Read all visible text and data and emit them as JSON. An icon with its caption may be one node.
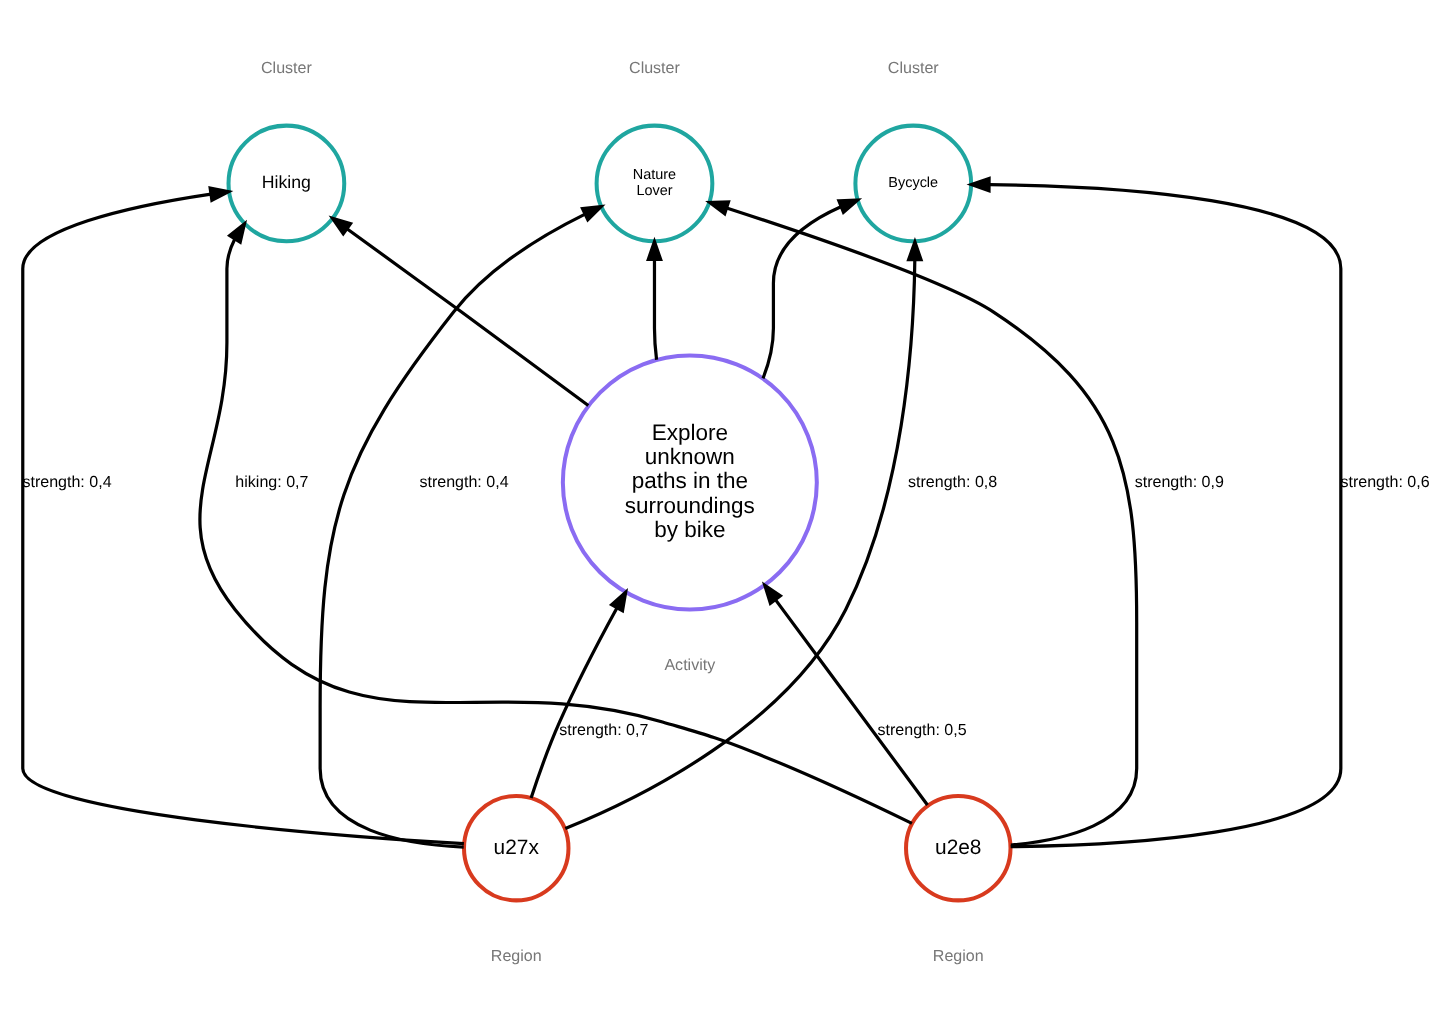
{
  "diagram": {
    "nodes": [
      {
        "text": [
          "Hiking"
        ],
        "beside": [
          "Cluster"
        ]
      },
      {
        "text": [
          "Nature Lover"
        ],
        "beside": [
          "Cluster"
        ]
      },
      {
        "text": [
          "Bycycle"
        ],
        "beside": [
          "Cluster"
        ]
      },
      {
        "text": [
          "u27x"
        ],
        "beside": [
          "Region"
        ]
      },
      {
        "text": [
          "Explore unknown paths in the surroundings by bike"
        ],
        "beside": [
          "Activity"
        ]
      },
      {
        "text": [
          "u2e8"
        ],
        "beside": [
          "Region"
        ]
      }
    ],
    "edges": [
      {
        "from": 3,
        "to": 0,
        "arrow": "to",
        "label": "strength: 0,4"
      },
      {
        "from": 3,
        "to": 1,
        "arrow": "to",
        "label": "strength: 0,4"
      },
      {
        "from": 3,
        "to": 2,
        "arrow": "to",
        "label": "strength: 0,8"
      },
      {
        "from": 3,
        "to": 4,
        "arrow": "to",
        "label": "strength: 0,7"
      },
      {
        "from": 4,
        "to": 0,
        "arrow": "to"
      },
      {
        "from": 4,
        "to": 1,
        "arrow": "to"
      },
      {
        "from": 4,
        "to": 2,
        "arrow": "to"
      },
      {
        "from": 5,
        "to": 0,
        "arrow": "to",
        "label": "hiking: 0,7"
      },
      {
        "from": 5,
        "to": 1,
        "arrow": "to",
        "label": "strength: 0,9"
      },
      {
        "from": 5,
        "to": 2,
        "arrow": "to",
        "label": "strength: 0,6"
      },
      {
        "from": 5,
        "to": 4,
        "arrow": "to",
        "label": "strength: 0,5"
      }
    ]
  }
}
